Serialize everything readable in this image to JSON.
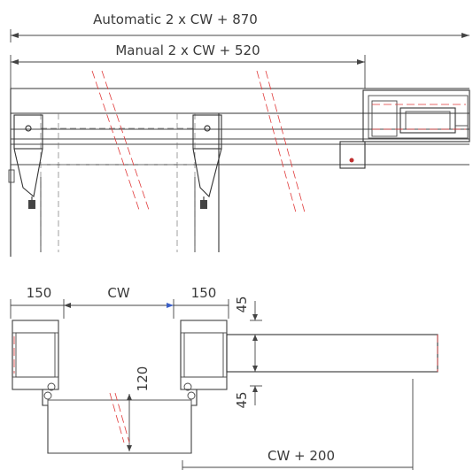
{
  "top_view": {
    "automatic_dimension": "Automatic 2 x CW + 870",
    "manual_dimension": "Manual 2 x CW + 520"
  },
  "plan_view": {
    "left_post_width": "150",
    "clear_width": "CW",
    "right_post_width": "150",
    "top_offset": "45",
    "bottom_offset": "45",
    "depth": "120",
    "panel_length": "CW + 200"
  },
  "colors": {
    "line": "#333333",
    "red_break": "#e03a3a",
    "blue_tick": "#3a5fc8"
  }
}
